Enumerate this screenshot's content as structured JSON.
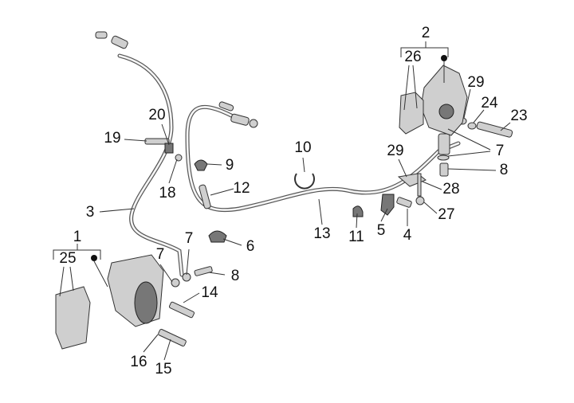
{
  "callouts": {
    "c1": "1",
    "c2": "2",
    "c3": "3",
    "c4": "4",
    "c5": "5",
    "c6": "6",
    "c7a": "7",
    "c7b": "7",
    "c7c": "7",
    "c8a": "8",
    "c8b": "8",
    "c9": "9",
    "c10": "10",
    "c11": "11",
    "c12": "12",
    "c13": "13",
    "c14": "14",
    "c15": "15",
    "c16": "16",
    "c18": "18",
    "c19": "19",
    "c20": "20",
    "c23": "23",
    "c24": "24",
    "c25": "25",
    "c26": "26",
    "c27": "27",
    "c28": "28",
    "c29a": "29",
    "c29b": "29"
  }
}
